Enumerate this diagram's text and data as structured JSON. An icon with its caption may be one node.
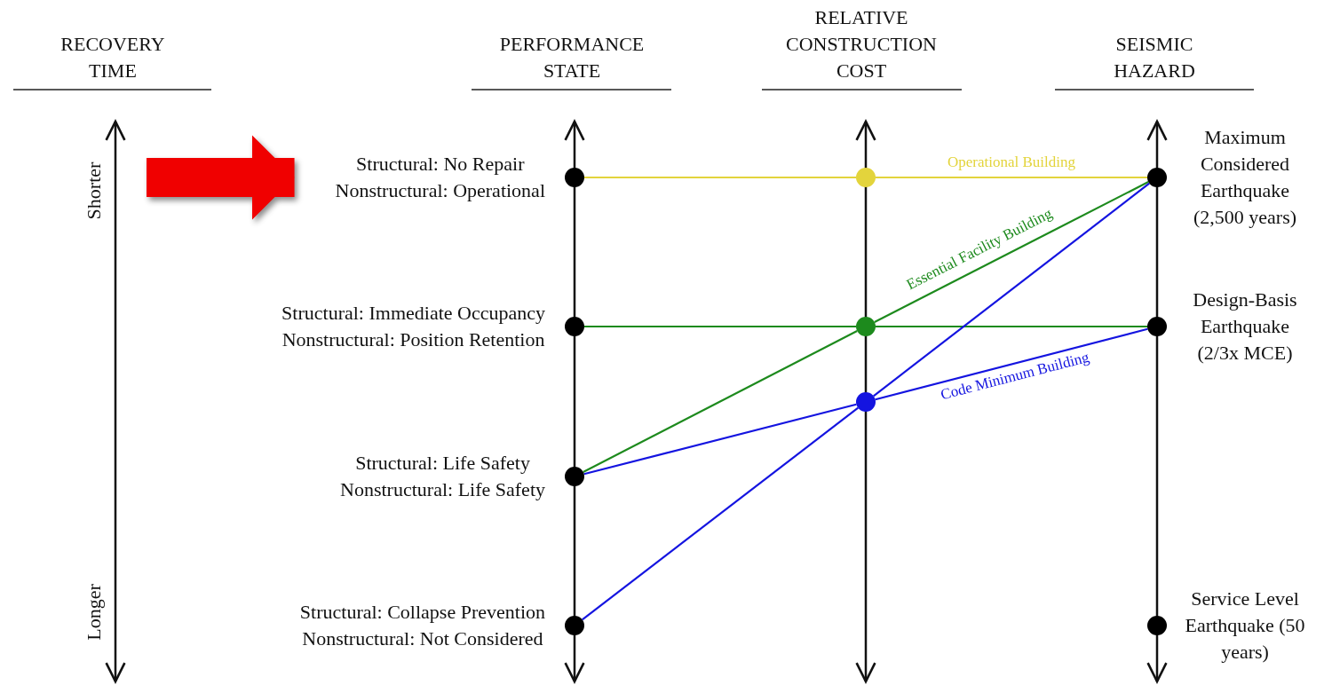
{
  "diagram": {
    "nodes": [
      {
        "text": [],
        "shape": "circle",
        "beside": [
          "Structural: No Repair",
          "Nonstructural: Operational"
        ]
      },
      {
        "text": [],
        "shape": "circle",
        "beside": [
          "Structural: Immediate Occupancy",
          "Nonstructural: Position Retention"
        ]
      },
      {
        "text": [],
        "shape": "circle",
        "beside": [
          "Structural: Life Safety",
          "Nonstructural: Life Safety"
        ]
      },
      {
        "text": [],
        "shape": "circle",
        "beside": [
          "Structural: Collapse Prevention",
          "Nonstructural: Not Considered"
        ]
      },
      {
        "text": [],
        "shape": "circle"
      },
      {
        "text": [],
        "shape": "circle"
      },
      {
        "text": [],
        "shape": "circle"
      },
      {
        "text": [],
        "shape": "circle",
        "beside": [
          "Maximum Considered Earthquake (2,500 years)"
        ]
      },
      {
        "text": [],
        "shape": "circle",
        "beside": [
          "Design-Basis Earthquake (2/3x MCE)"
        ]
      },
      {
        "text": [],
        "shape": "circle",
        "beside": [
          "Service Level Earthquake (50 years)"
        ]
      }
    ],
    "edges": [
      {
        "from": 0,
        "to": 4,
        "arrow": "none",
        "color": "#e3d43c"
      },
      {
        "from": 4,
        "to": 7,
        "arrow": "none",
        "color": "#e3d43c",
        "label": "Operational Building"
      },
      {
        "from": 1,
        "to": 5,
        "arrow": "none",
        "color": "#1d8a1d"
      },
      {
        "from": 5,
        "to": 8,
        "arrow": "none",
        "color": "#1d8a1d"
      },
      {
        "from": 2,
        "to": 5,
        "arrow": "none",
        "color": "#1d8a1d"
      },
      {
        "from": 5,
        "to": 7,
        "arrow": "none",
        "color": "#1d8a1d",
        "label": "Essential Facility Building"
      },
      {
        "from": 2,
        "to": 6,
        "arrow": "none",
        "color": "#1414e0"
      },
      {
        "from": 6,
        "to": 8,
        "arrow": "none",
        "color": "#1414e0",
        "label": "Code Minimum Building"
      },
      {
        "from": 3,
        "to": 6,
        "arrow": "none",
        "color": "#1414e0"
      },
      {
        "from": 6,
        "to": 7,
        "arrow": "none",
        "color": "#1414e0"
      },
      {
        "from": null,
        "to": 0,
        "arrow": "to",
        "color": "#f00000",
        "style": "thick"
      }
    ],
    "labels": [
      "RECOVERY TIME",
      "PERFORMANCE STATE",
      "RELATIVE CONSTRUCTION COST",
      "SEISMIC HAZARD",
      "Shorter",
      "Longer"
    ]
  }
}
